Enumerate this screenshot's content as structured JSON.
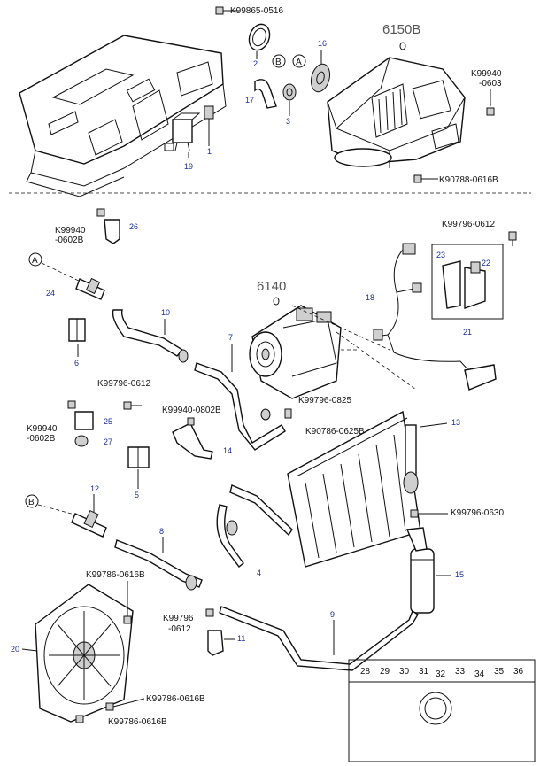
{
  "groups": {
    "top": "6150B",
    "compressor": "6140"
  },
  "part_codes": {
    "k99865_0516": "K99865-0516",
    "k99940_0603": [
      "K99940",
      "-0603"
    ],
    "k90788_0616b": "K90788-0616B",
    "k99796_0612_tr": "K99796-0612",
    "k99940_0602b_a": [
      "K99940",
      "-0602B"
    ],
    "k99796_0612_m": "K99796-0612",
    "k99940_0602b_b": [
      "K99940",
      "-0602B"
    ],
    "k99940_0802b": "K99940-0802B",
    "k99796_0825": "K99796-0825",
    "k90786_0625b": "K90786-0625B",
    "k99796_0630": "K99796-0630",
    "k99786_0616b_a": "K99786-0616B",
    "k99796_0612_b": [
      "K99796",
      "-0612"
    ],
    "k99786_0616b_b": "K99786-0616B",
    "k99786_0616b_c": "K99786-0616B"
  },
  "callouts": {
    "n1": "1",
    "n2": "2",
    "n3": "3",
    "n4": "4",
    "n5": "5",
    "n6": "6",
    "n7": "7",
    "n8": "8",
    "n9": "9",
    "n10": "10",
    "n11": "11",
    "n12": "12",
    "n13": "13",
    "n14": "14",
    "n15": "15",
    "n16": "16",
    "n17": "17",
    "n18": "18",
    "n19": "19",
    "n20": "20",
    "n21": "21",
    "n22": "22",
    "n23": "23",
    "n24": "24",
    "n25": "25",
    "n26": "26",
    "n27": "27"
  },
  "markers": {
    "a_top": "A",
    "b_top": "B",
    "a_left": "A",
    "b_left": "B"
  },
  "legend_numbers": [
    "28",
    "29",
    "30",
    "31",
    "32",
    "33",
    "34",
    "35",
    "36"
  ]
}
